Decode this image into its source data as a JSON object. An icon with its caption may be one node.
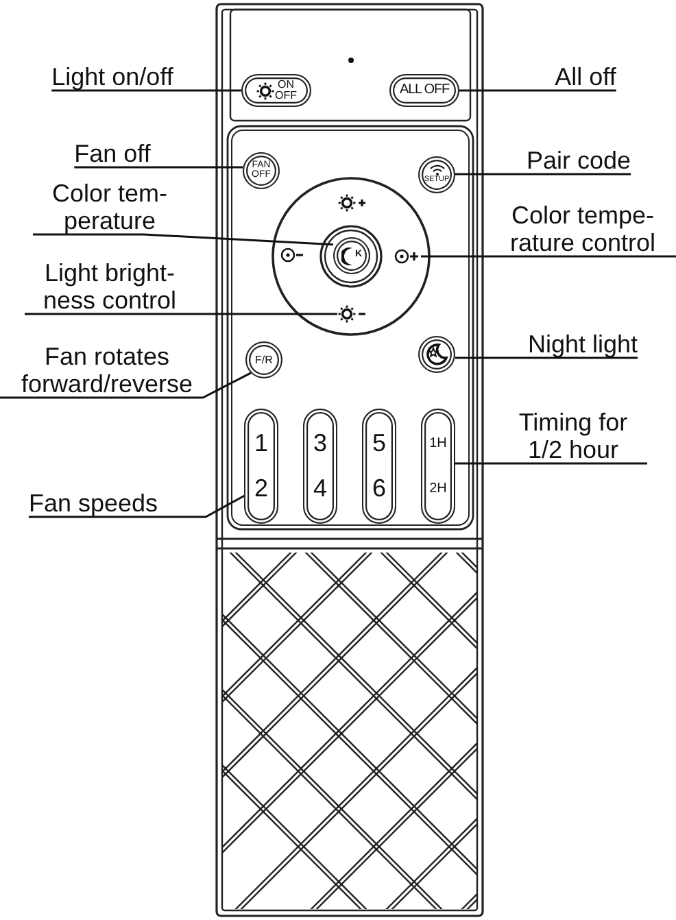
{
  "diagram": {
    "nodes": [
      {
        "text": [
          "Light on/off"
        ]
      },
      {
        "text": [
          "All off"
        ]
      },
      {
        "text": [
          "Fan off"
        ]
      },
      {
        "text": [
          "Pair code"
        ]
      },
      {
        "text": [
          "Color tem- perature"
        ]
      },
      {
        "text": [
          "Color tempe- rature control"
        ]
      },
      {
        "text": [
          "Light bright- ness control"
        ]
      },
      {
        "text": [
          "Fan rotates forward/reverse"
        ]
      },
      {
        "text": [
          "Night light"
        ]
      },
      {
        "text": [
          "Timing for 1/2 hour"
        ]
      },
      {
        "text": [
          "Fan speeds"
        ]
      },
      {
        "text": [
          "ON OFF"
        ]
      },
      {
        "text": [
          "ALL OFF"
        ]
      },
      {
        "text": [
          "FAN OFF"
        ]
      },
      {
        "text": [
          "SETUP"
        ]
      },
      {
        "text": [
          "K"
        ]
      },
      {
        "text": [],
        "shape": "picture"
      },
      {
        "text": [],
        "shape": "picture"
      },
      {
        "text": [
          "F/R"
        ]
      },
      {
        "text": [],
        "shape": "circle"
      },
      {
        "text": [
          "1",
          "2"
        ]
      },
      {
        "text": [
          "3",
          "4"
        ]
      },
      {
        "text": [
          "5",
          "6"
        ]
      },
      {
        "text": [
          "1H",
          "2H"
        ]
      }
    ],
    "edges": [
      {
        "from": 0,
        "to": 11,
        "arrow": "none"
      },
      {
        "from": 1,
        "to": 12,
        "arrow": "none"
      },
      {
        "from": 2,
        "to": 13,
        "arrow": "none"
      },
      {
        "from": 3,
        "to": 14,
        "arrow": "none"
      },
      {
        "from": 4,
        "to": 15,
        "arrow": "none"
      },
      {
        "from": 5,
        "to": 16,
        "arrow": "none"
      },
      {
        "from": 6,
        "to": 17,
        "arrow": "none"
      },
      {
        "from": 7,
        "to": 18,
        "arrow": "none"
      },
      {
        "from": 8,
        "to": 19,
        "arrow": "none"
      },
      {
        "from": 9,
        "to": 23,
        "arrow": "none"
      },
      {
        "from": 10,
        "to": 20,
        "arrow": "none"
      }
    ]
  }
}
